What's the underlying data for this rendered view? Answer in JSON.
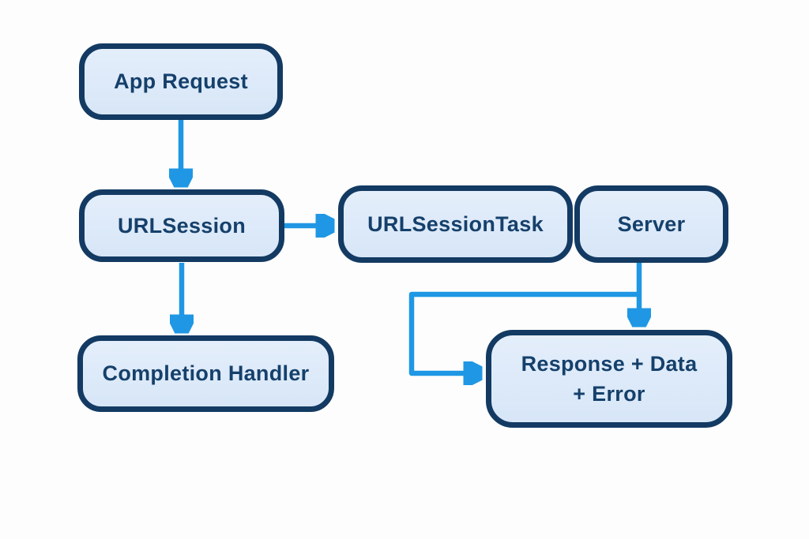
{
  "diagram": {
    "nodes": [
      {
        "id": "app-request",
        "label": "App Request"
      },
      {
        "id": "urlsession",
        "label": "URLSession"
      },
      {
        "id": "urlsessiontask",
        "label": "URLSessionTask"
      },
      {
        "id": "server",
        "label": "Server"
      },
      {
        "id": "completion-handler",
        "label": "Completion Handler"
      },
      {
        "id": "response-data-error",
        "label": "Response + Data",
        "label_line2": "+ Error"
      }
    ],
    "edges": [
      {
        "from": "app-request",
        "to": "urlsession",
        "type": "straight-down"
      },
      {
        "from": "urlsession",
        "to": "urlsessiontask",
        "type": "straight-right"
      },
      {
        "from": "urlsession",
        "to": "completion-handler",
        "type": "straight-down"
      },
      {
        "from": "server",
        "to": "response-data-error",
        "type": "straight-down"
      },
      {
        "from": "server",
        "to": "response-data-error",
        "type": "elbow-left"
      }
    ],
    "colors": {
      "node_fill": "#dbe9f8",
      "node_border": "#133a62",
      "text": "#15406b",
      "arrow": "#1f97e4",
      "background": "#fdfdfd"
    }
  }
}
